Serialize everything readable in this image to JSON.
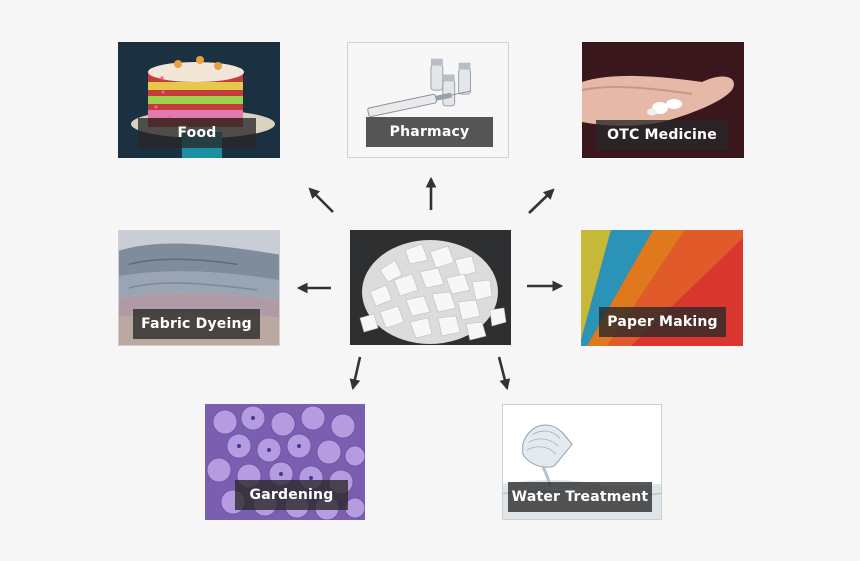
{
  "center": {
    "icon": "white-flakes-image"
  },
  "nodes": [
    {
      "id": "food",
      "label": "Food",
      "icon": "layer-cake-image"
    },
    {
      "id": "pharmacy",
      "label": "Pharmacy",
      "icon": "vials-syringe-image"
    },
    {
      "id": "otc",
      "label": "OTC Medicine",
      "icon": "hand-pills-image"
    },
    {
      "id": "fabric",
      "label": "Fabric Dyeing",
      "icon": "fabric-stack-image"
    },
    {
      "id": "paper",
      "label": "Paper Making",
      "icon": "colored-paper-image"
    },
    {
      "id": "gardening",
      "label": "Gardening",
      "icon": "hydrangea-image"
    },
    {
      "id": "water",
      "label": "Water Treatment",
      "icon": "water-bottle-image"
    }
  ]
}
